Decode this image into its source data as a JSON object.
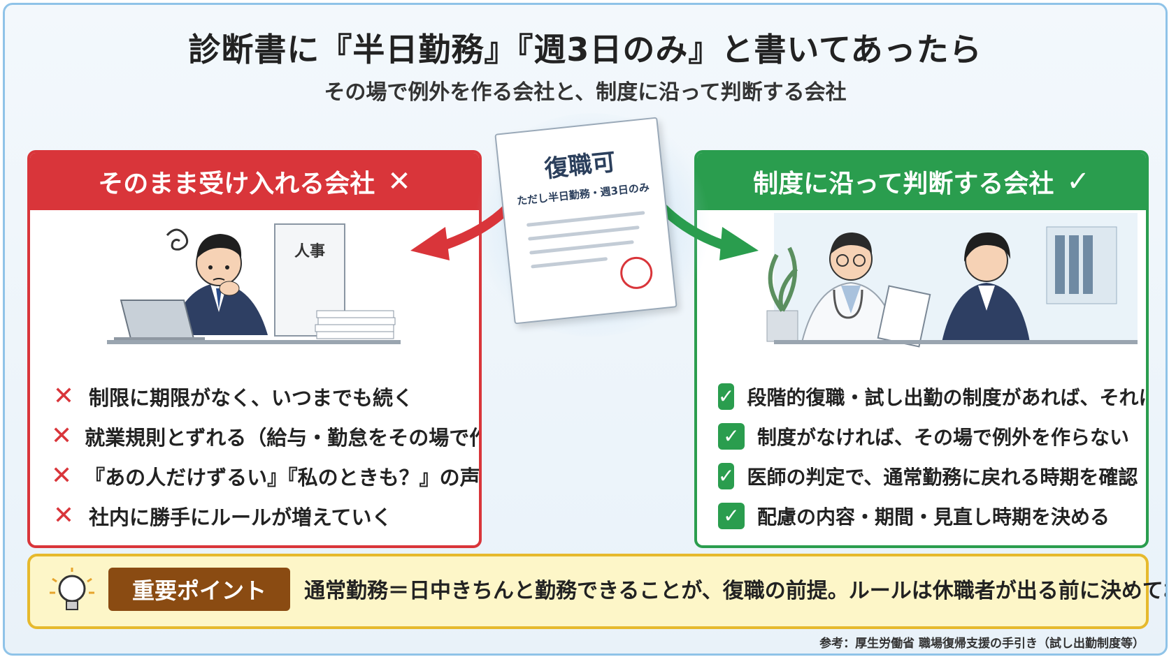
{
  "header": {
    "title": "診断書に『半日勤務』『週3日のみ』と書いてあったら",
    "subtitle": "その場で例外を作る会社と、制度に沿って判断する会社"
  },
  "document": {
    "title": "復職可",
    "note": "ただし半日勤務・週3日のみ"
  },
  "left_panel": {
    "heading": "そのまま受け入れる会社",
    "heading_mark": "✕",
    "illustration": {
      "cabinet_label": "人事"
    },
    "items": [
      "制限に期限がなく、いつまでも続く",
      "就業規則とずれる（給与・勤怠をその場で作る）",
      "『あの人だけずるい』『私のときも？』の声",
      "社内に勝手にルールが増えていく"
    ]
  },
  "right_panel": {
    "heading": "制度に沿って判断する会社",
    "heading_mark": "✓",
    "items": [
      "段階的復職・試し出勤の制度があれば、それに従う",
      "制度がなければ、その場で例外を作らない",
      "医師の判定で、通常勤務に戻れる時期を確認",
      "配慮の内容・期間・見直し時期を決める"
    ]
  },
  "point": {
    "label": "重要ポイント",
    "text": "通常勤務＝日中きちんと勤務できることが、復職の前提。ルールは休職者が出る前に決めておく"
  },
  "source": "参考：厚生労働省 職場復帰支援の手引き（試し出勤制度等）",
  "colors": {
    "bad": "#d9353a",
    "good": "#2a9d4e",
    "point_bg": "#fdf6c8",
    "point_label": "#8a4b12"
  }
}
